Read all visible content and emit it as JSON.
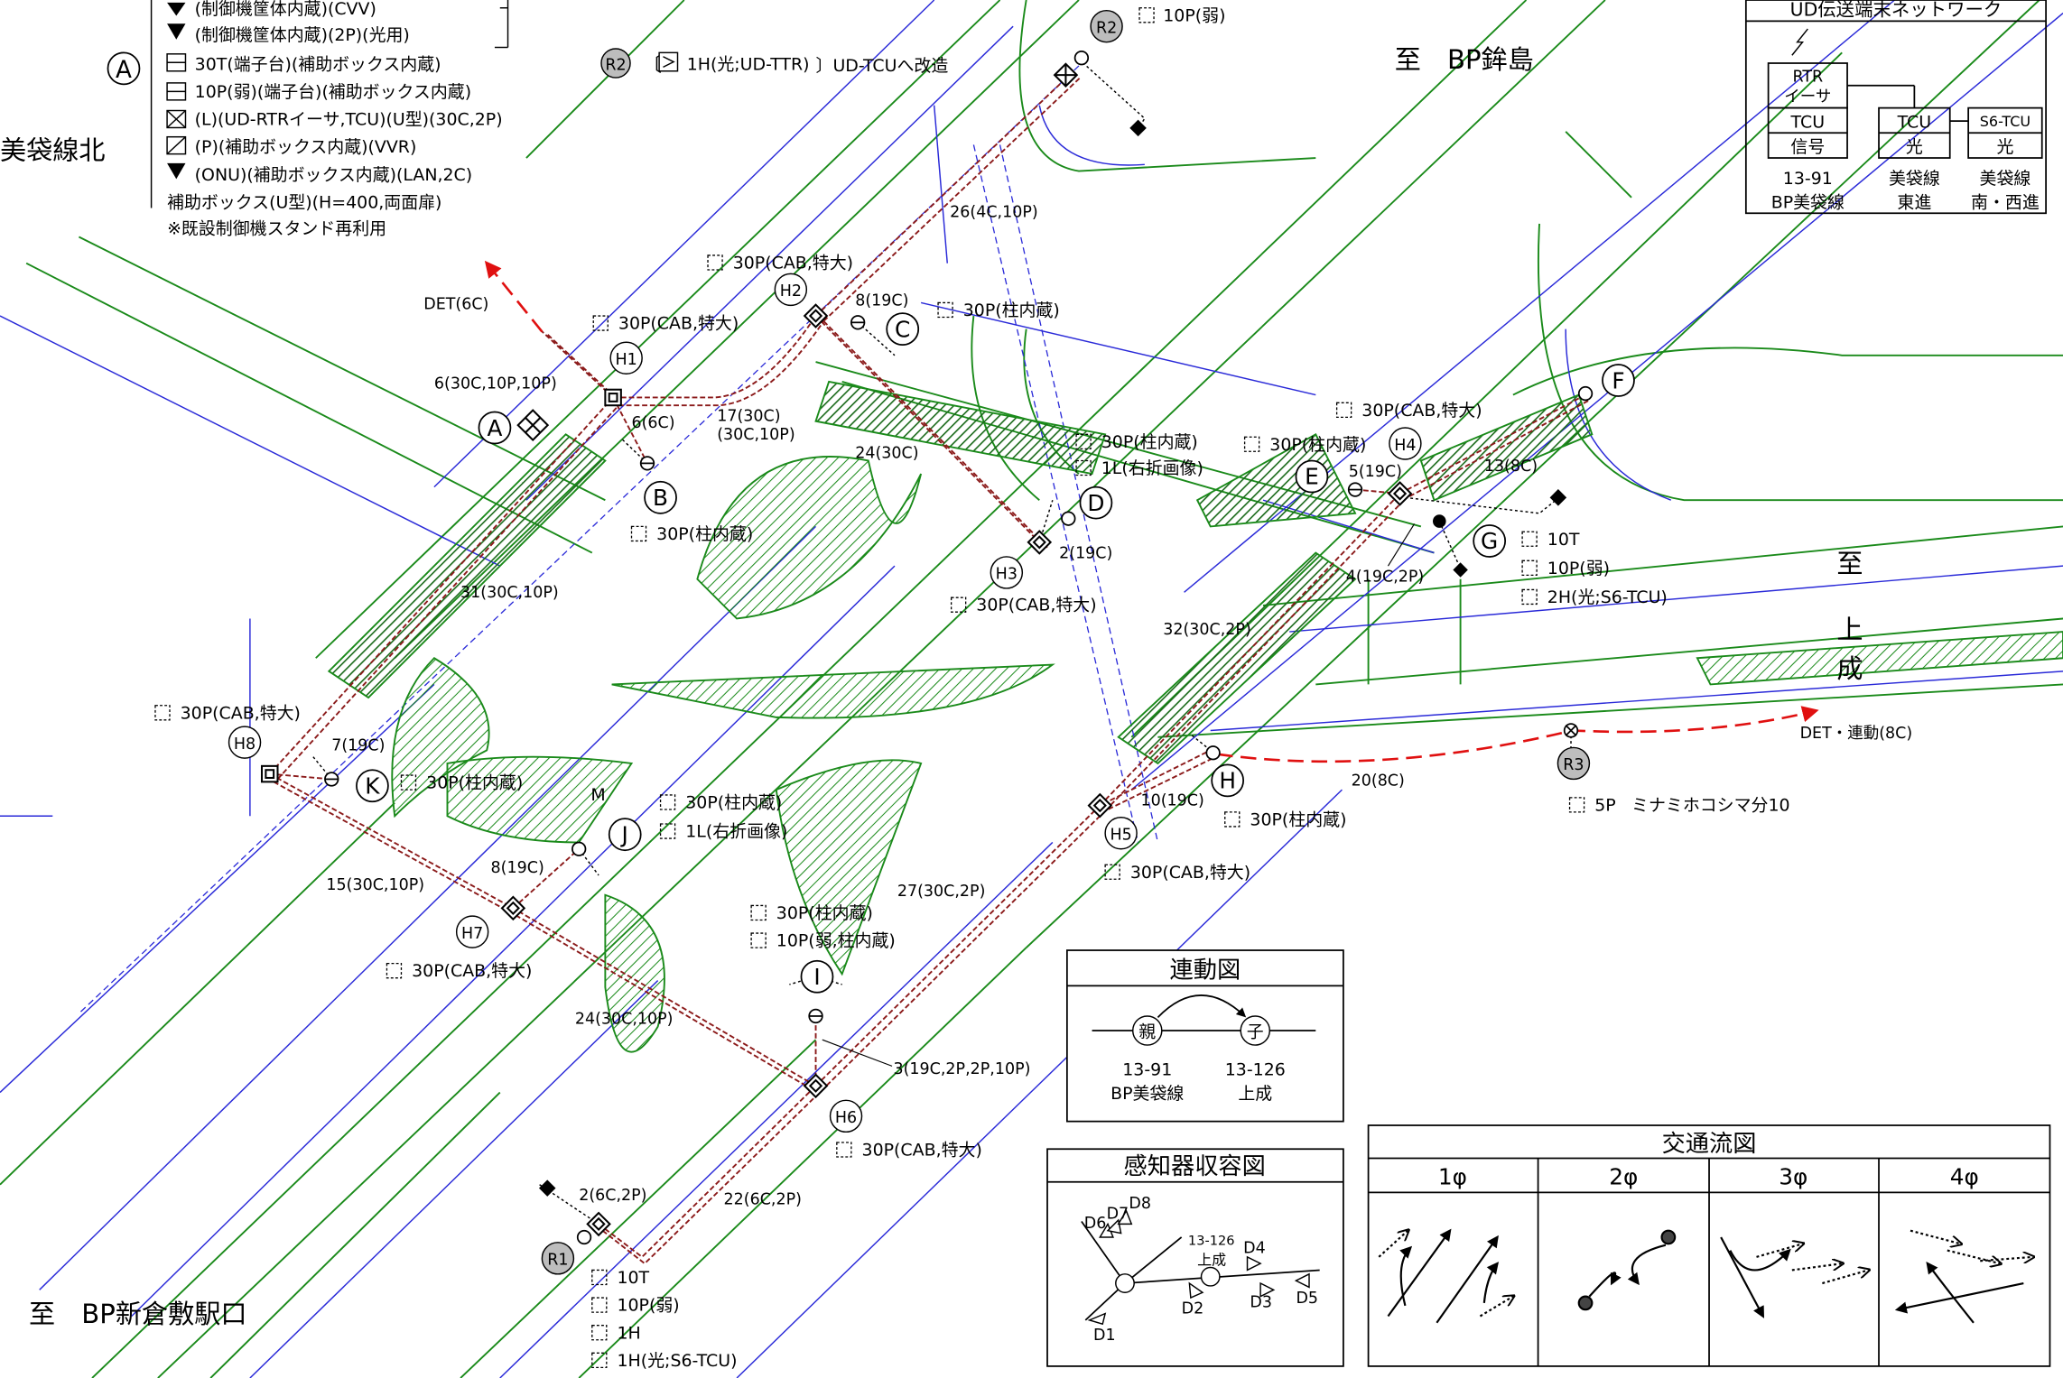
{
  "direction_labels": {
    "north": "至　BP鉾島",
    "south": "至　BP新倉敷駅口",
    "west": "美袋線北",
    "east_1": "至",
    "east_2": "上",
    "east_3": "成"
  },
  "legend_top": {
    "circle_letter": "A",
    "items": [
      "(制御機筐体内蔵)(CVV)",
      "(制御機筐体内蔵)(2P)(光用)",
      "30T(端子台)(補助ボックス内蔵)",
      "10P(弱)(端子台)(補助ボックス内蔵)",
      "(L)(UD-RTRイーサ,TCU)(U型)(30C,2P)",
      "(P)(補助ボックス内蔵)(VVR)",
      "(ONU)(補助ボックス内蔵)(LAN,2C)",
      "補助ボックス(U型)(H=400,両面扉)",
      "※既設制御機スタンド再利用"
    ],
    "r2_label": "R2",
    "r2_note_open": "〔",
    "r2_note_item": "1H(光;UD-TTR)",
    "r2_note_close": "〕UD-TCUへ改造"
  },
  "network_box": {
    "title": "UD伝送端末ネットワーク",
    "rtr_1": "RTR",
    "rtr_2": "イーサ",
    "tcu1_a": "TCU",
    "tcu1_b": "信号",
    "tcu1_c": "13-91",
    "tcu1_d": "BP美袋線",
    "tcu2_a": "TCU",
    "tcu2_b": "光",
    "tcu2_c": "美袋線",
    "tcu2_d": "東進",
    "tcu3_a": "S6-TCU",
    "tcu3_b": "光",
    "tcu3_c": "美袋線",
    "tcu3_d": "南・西進"
  },
  "handholes": [
    "H1",
    "H2",
    "H3",
    "H4",
    "H5",
    "H6",
    "H7",
    "H8"
  ],
  "remote": [
    "R1",
    "R2",
    "R3"
  ],
  "signals": [
    "A",
    "B",
    "C",
    "D",
    "E",
    "F",
    "G",
    "H",
    "I",
    "J",
    "K"
  ],
  "annotations": {
    "a1": "30P(CAB,特大)",
    "a2": "30P(CAB,特大)",
    "a3": "30P(柱内蔵)",
    "a4": "30P(柱内蔵)",
    "a5": "1L(右折画像)",
    "a6": "30P(柱内蔵)",
    "a7": "30P(CAB,特大)",
    "a8": "30P(CAB,特大)",
    "a9": "30P(柱内蔵)",
    "a10": "10T",
    "a11": "10P(弱)",
    "a12": "2H(光;S6-TCU)",
    "a13": "30P(CAB,特大)",
    "a14": "30P(柱内蔵)",
    "a15": "30P(CAB,特大)",
    "a16": "30P(柱内蔵)",
    "a17": "1L(右折画像)",
    "a18": "30P(柱内蔵)",
    "a19": "10P(弱,柱内蔵)",
    "a20": "30P(CAB,特大)",
    "a21": "30P(CAB,特大)",
    "a22": "30P(柱内蔵)",
    "a23": "30P(CAB,特大)",
    "a24": "10P(弱)",
    "a25": "5P",
    "a26": "ミナミホコシマ分10",
    "a27": "10T",
    "a28": "10P(弱)",
    "a29": "1H",
    "a30": "1H(光;S6-TCU)",
    "m_label": "M"
  },
  "cables": {
    "c1": "DET(6C)",
    "c2": "6(30C,10P,10P)",
    "c3": "6(6C)",
    "c4": "17(30C)",
    "c5": "(30C,10P)",
    "c6": "8(19C)",
    "c7": "26(4C,10P)",
    "c8": "24(30C)",
    "c9": "2(19C)",
    "c10": "5(19C)",
    "c11": "13(8C)",
    "c12": "4(19C,2P)",
    "c13": "32(30C,2P)",
    "c14": "31(30C,10P)",
    "c15": "7(19C)",
    "c16": "15(30C,10P)",
    "c17": "8(19C)",
    "c18": "24(30C,10P)",
    "c19": "27(30C,2P)",
    "c20": "3(19C,2P,2P,10P)",
    "c21": "10(19C)",
    "c22": "20(8C)",
    "c23": "DET・連動(8C)",
    "c24": "2(6C,2P)",
    "c25": "22(6C,2P)"
  },
  "linkage": {
    "title": "連動図",
    "parent": "親",
    "child": "子",
    "parent_id": "13-91",
    "parent_name": "BP美袋線",
    "child_id": "13-126",
    "child_name": "上成"
  },
  "detector": {
    "title": "感知器収容図",
    "d1": "D1",
    "d2": "D2",
    "d3": "D3",
    "d4": "D4",
    "d5": "D5",
    "d6": "D6",
    "d7": "D7",
    "d8": "D8",
    "node_id": "13-126",
    "node_name": "上成"
  },
  "traffic": {
    "title": "交通流図",
    "phases": [
      "1φ",
      "2φ",
      "3φ",
      "4φ"
    ]
  },
  "colors": {
    "road_edge": "#1a8a1a",
    "lane": "#2a2ad8",
    "conduit": "#8b1a1a",
    "dashed_red": "#e01010"
  }
}
